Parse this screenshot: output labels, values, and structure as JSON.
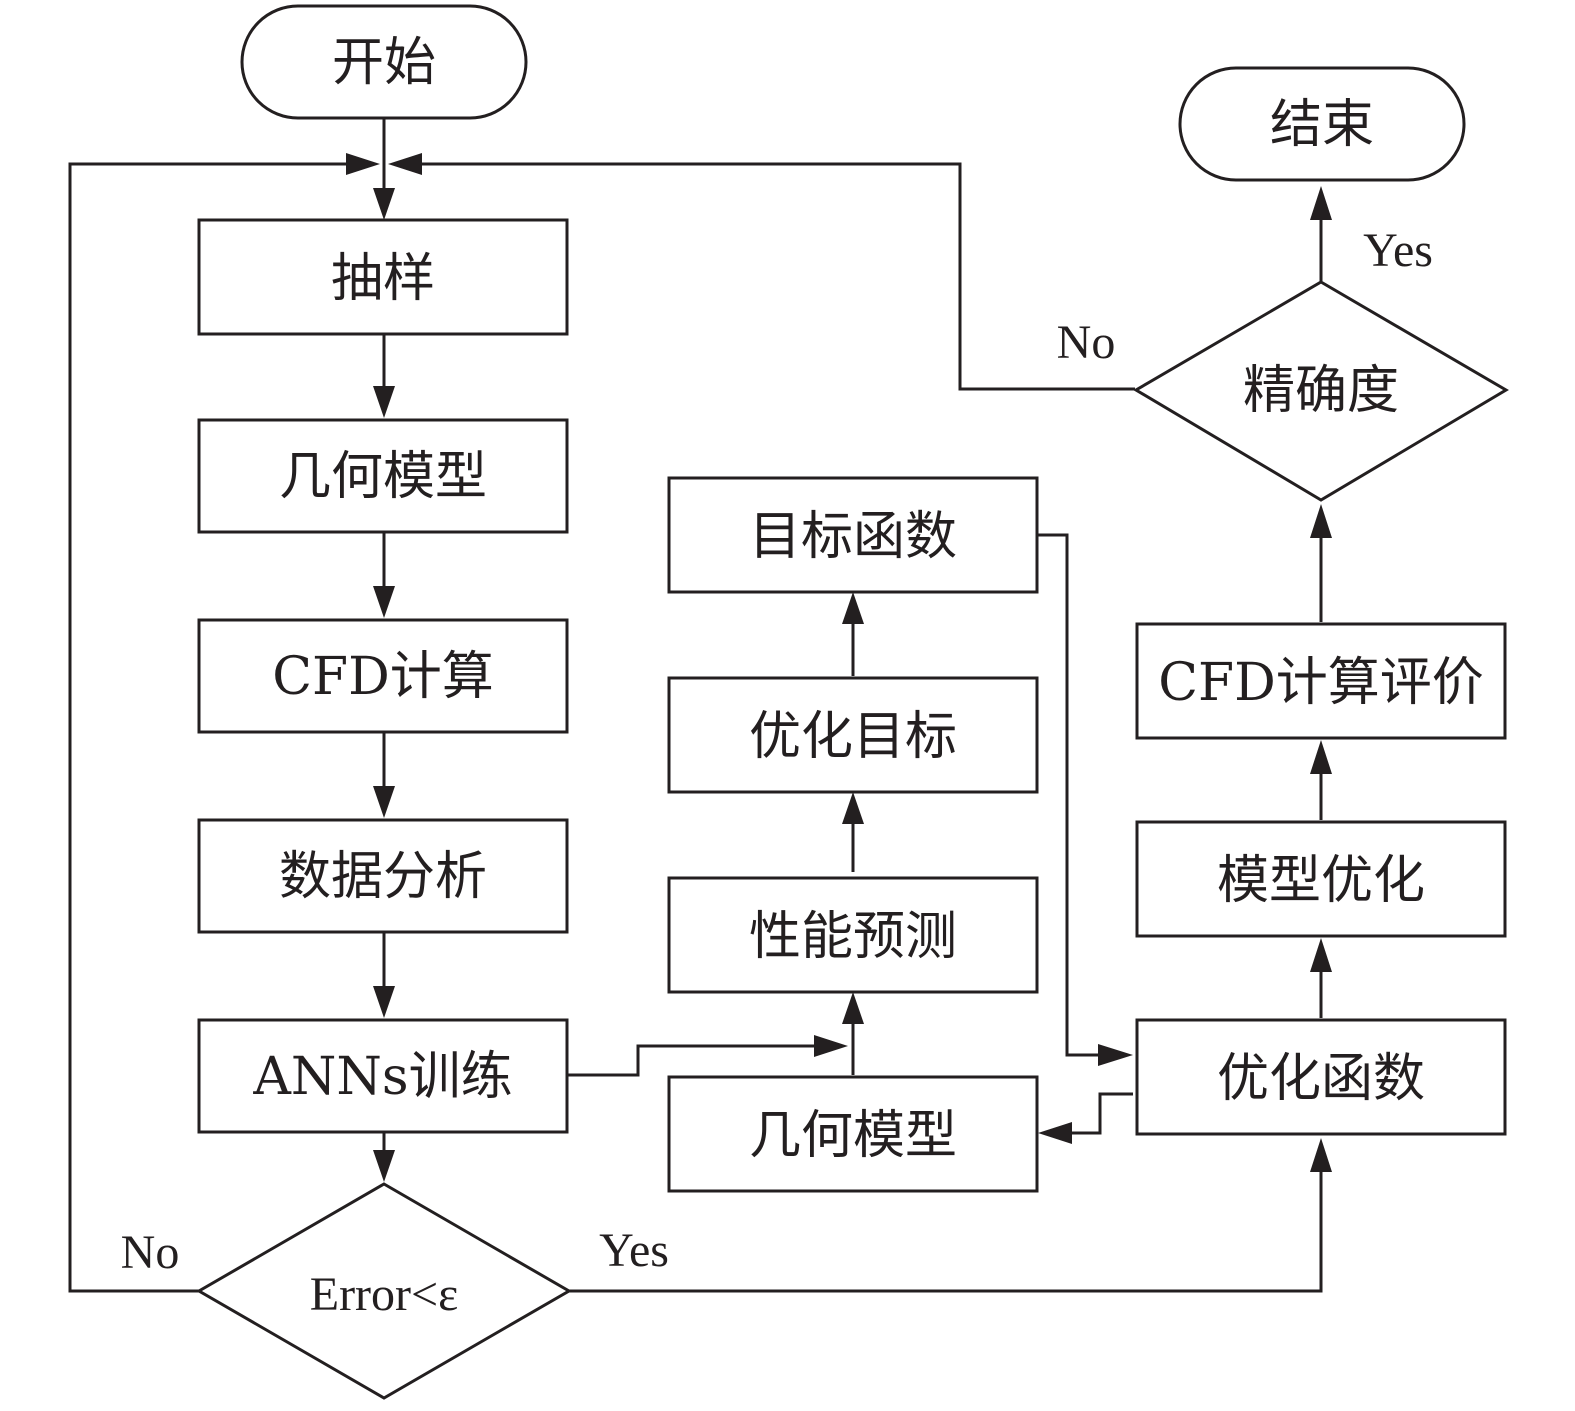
{
  "colors": {
    "stroke": "#231f20",
    "background": "#ffffff"
  },
  "nodes": {
    "start": "开始",
    "end": "结束",
    "sampling": "抽样",
    "geometry_model_1": "几何模型",
    "cfd_calc": "CFD计算",
    "data_analysis": "数据分析",
    "ann_training": "ANNs训练",
    "error_check": "Error<ε",
    "objective_function": "目标函数",
    "optimization_target": "优化目标",
    "performance_prediction": "性能预测",
    "geometry_model_2": "几何模型",
    "optimization_function": "优化函数",
    "model_optimization": "模型优化",
    "cfd_evaluation": "CFD计算评价",
    "accuracy_check": "精确度"
  },
  "edge_labels": {
    "error_no": "No",
    "error_yes": "Yes",
    "accuracy_no": "No",
    "accuracy_yes": "Yes"
  }
}
